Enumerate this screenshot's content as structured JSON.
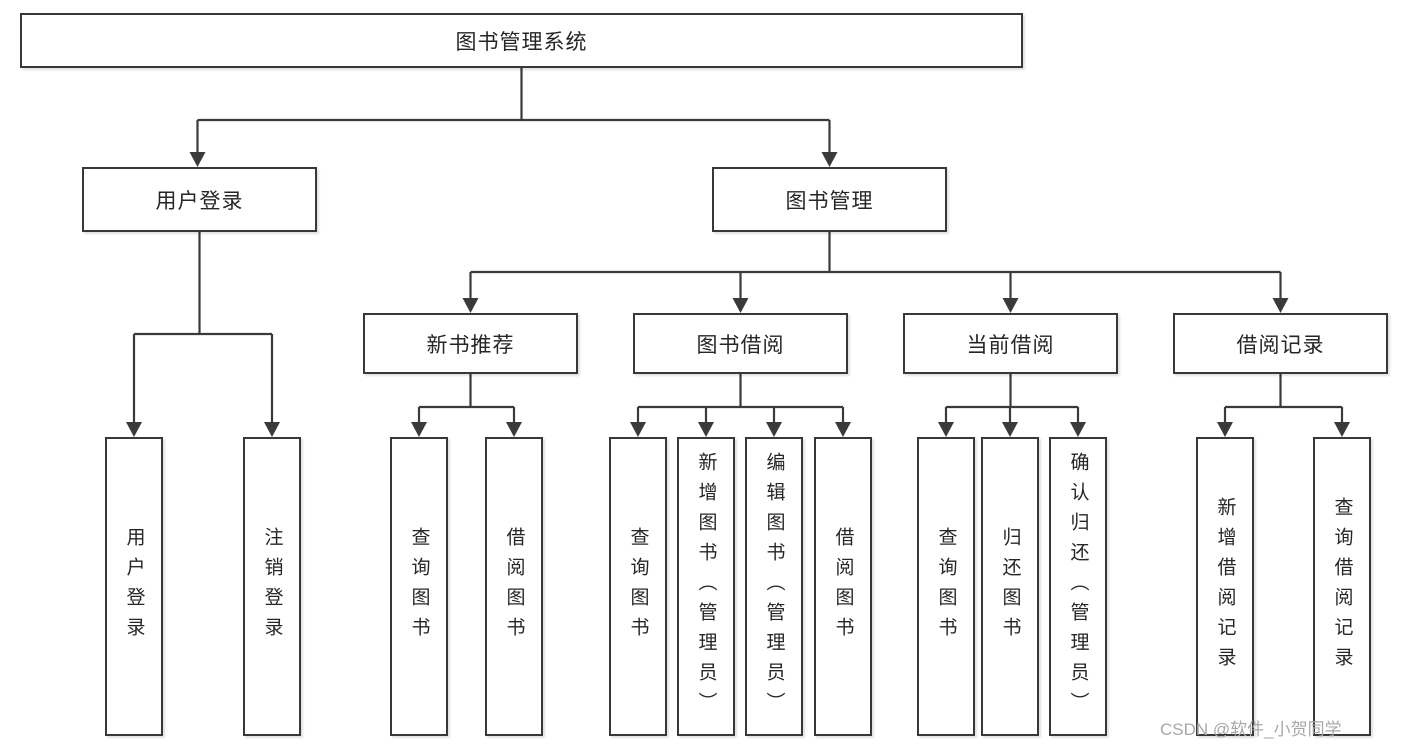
{
  "diagram": {
    "root": {
      "label": "图书管理系统"
    },
    "branches": [
      {
        "label": "用户登录",
        "children": [
          {
            "label": "用户登录"
          },
          {
            "label": "注销登录"
          }
        ]
      },
      {
        "label": "图书管理",
        "children": [
          {
            "label": "新书推荐",
            "children": [
              {
                "label": "查询图书"
              },
              {
                "label": "借阅图书"
              }
            ]
          },
          {
            "label": "图书借阅",
            "children": [
              {
                "label": "查询图书"
              },
              {
                "label": "新增图书（管理员）"
              },
              {
                "label": "编辑图书（管理员）"
              },
              {
                "label": "借阅图书"
              }
            ]
          },
          {
            "label": "当前借阅",
            "children": [
              {
                "label": "查询图书"
              },
              {
                "label": "归还图书"
              },
              {
                "label": "确认归还（管理员）"
              }
            ]
          },
          {
            "label": "借阅记录",
            "children": [
              {
                "label": "新增借阅记录"
              },
              {
                "label": "查询借阅记录"
              }
            ]
          }
        ]
      }
    ]
  },
  "watermark": {
    "text": "CSDN @软件_小贺同学"
  },
  "colors": {
    "line": "#3a3a3a",
    "box_border": "#383838",
    "box_fill": "#ffffff",
    "text": "#262626",
    "watermark": "#a8a8a8"
  }
}
